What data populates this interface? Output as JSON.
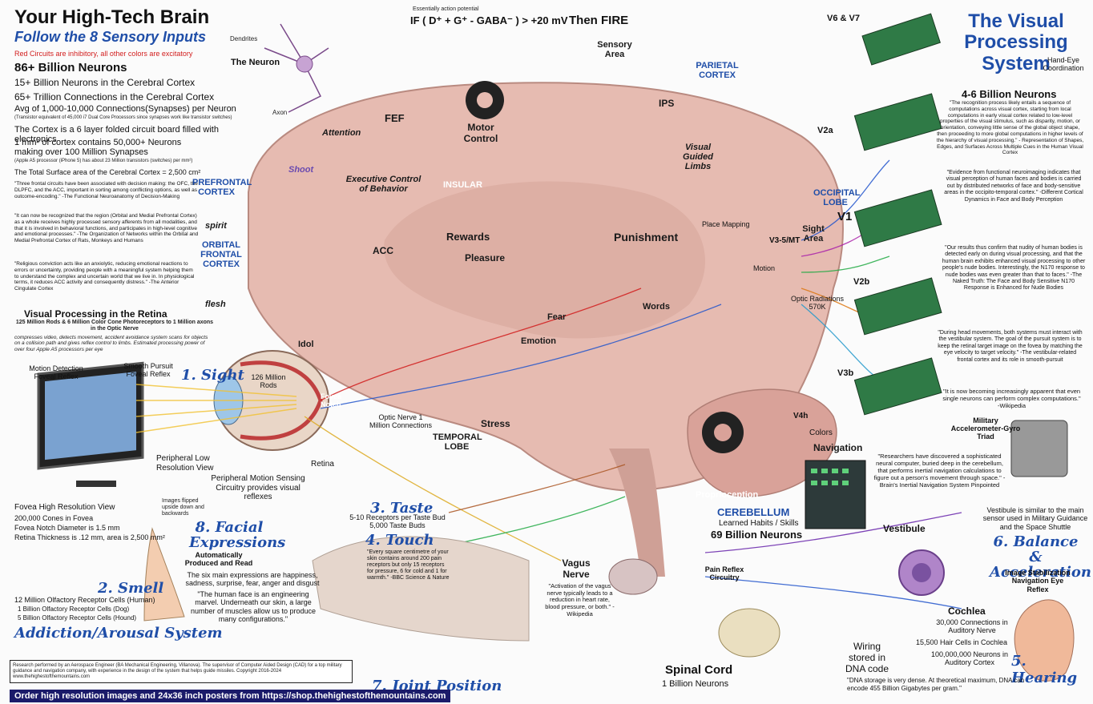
{
  "header": {
    "title": "Your High-Tech Brain",
    "subtitle": "Follow the 8 Sensory Inputs",
    "circuits_note": "Red Circuits are inhibitory, all other colors are excitatory",
    "neurons_headline": "86+ Billion Neurons",
    "stats": [
      "15+ Billion Neurons in the Cerebral Cortex",
      "65+ Trillion Connections in the Cerebral Cortex",
      "Avg of 1,000-10,000 Connections(Synapses) per Neuron"
    ],
    "transistor_note": "(Transistor equivalent of 45,000 i7 Dual Core Processors since synapses work like transistor switches)",
    "cortex_line": "The Cortex is a 6 layer folded circuit board filled with electronics",
    "mm_line": "1 mm² of cortex contains 50,000+ Neurons making over 100 Million Synapses",
    "apple_note": "(Apple A5 processor (iPhone 5) has about 23 Million transistors (switches) per mm²)",
    "surface_area": "The Total Surface area of the Cerebral Cortex = 2,500 cm²"
  },
  "formula": {
    "prefix": "Essentially action potential",
    "equation": "IF ( D⁺ + G⁺ - GABA⁻ ) > +20 mV",
    "then": "Then FIRE"
  },
  "neuron_label": "The Neuron",
  "dendrites_label": "Dendrites",
  "axon_label": "Axon",
  "right_panel": {
    "title_line1": "The Visual",
    "title_line2": "Processing",
    "title_line3": "System",
    "neurons": "4-6 Billion Neurons",
    "quote1": "\"The recognition process likely entails a sequence of computations across visual cortex, starting from local computations in early visual cortex related to low-level properties of the visual stimulus, such as disparity, motion, or orientation, conveying little sense of the global object shape, then proceeding to more global computations in higher levels of the hierarchy of visual processing.\" - Representation of Shapes, Edges, and Surfaces Across Multiple Cues in the Human Visual Cortex",
    "quote2": "\"Evidence from functional neuroimaging indicates that visual perception of human faces and bodies is carried out by distributed networks of face and body-sensitive areas in the occipito-temporal cortex.\" -Different Cortical Dynamics in Face and Body Perception",
    "quote3": "\"Our results thus confirm that nudity of human bodies is detected early on during visual processing, and that the human brain exhibits enhanced visual processing to other people's nude bodies. Interestingly, the N170 response to nude bodies was even greater than that to faces.\" -The Naked Truth: The Face and Body Sensitive N170 Response is Enhanced for Nude Bodies",
    "quote4": "\"During head movements, both systems must interact with the vestibular system. The goal of the pursuit system is to keep the retinal target image on the fovea by matching the eye velocity to target velocity.\" -The vestibular-related frontal cortex and its role in smooth-pursuit",
    "quote5": "\"It is now becoming increasingly apparent that even single neurons can perform complex computations.\" -Wikipedia",
    "v_labels": [
      "V6 & V7",
      "V2a",
      "V1",
      "V2b",
      "V3b",
      "V4h",
      "V3-5/MT"
    ],
    "occipital": "OCCIPITAL LOBE",
    "hand_eye": "Hand-Eye Coordination",
    "colors": "Colors",
    "military": "Military Accelerometer-Gyro Triad"
  },
  "left_quotes": {
    "q1": "\"Three frontal circuits have been associated with decision making: the OFC, the DLPFC, and the ACC, important in sorting among conflicting options, as well as outcome-encoding.\" -The Functional Neuroanatomy of Decision-Making",
    "q2": "\"It can now be recognized that the region (Orbital and Medial Prefrontal Cortex) as a whole receives highly processed sensory afferents from all modalities, and that it is involved in behavioral functions, and participates in high-level cognitive and emotional processes.\" -The Organization of Networks within the Orbital and Medial Prefrontal Cortex of Rats, Monkeys and Humans",
    "q3": "\"Religious conviction acts like an anxiolytic, reducing emotional reactions to errors or uncertainty, providing people with a meaningful system helping them to understand the complex and uncertain world that we live in. In physiological terms, it reduces ACC activity and consequently distress.\" -The Anterior Cingulate Cortex"
  },
  "retina": {
    "title": "Visual Processing in the Retina",
    "sub": "125 Million Rods & 6 Million Color Cone Photoreceptors to 1 Million axons in the Optic Nerve",
    "desc": "compresses video, detects movement, accident avoidance system scans for objects on a collision path and gives reflex control to limbs. Estimated processing power of over four Apple A5 processors per eye",
    "motion": "Motion Detection Foveal Reflex",
    "pursuit": "Smooth Pursuit Foveal Reflex",
    "sight": "1. Sight",
    "rods": "126 Million Rods",
    "fovea": "Fovea Notch",
    "peripheral_low": "Peripheral Low Resolution View",
    "retina_label": "Retina",
    "peripheral_motion": "Peripheral Motion Sensing Circuitry provides visual reflexes",
    "fovea_view": "Fovea High Resolution View",
    "cones": "200,000 Cones in Fovea",
    "notch_diam": "Fovea Notch Diameter is 1.5 mm",
    "thickness": "Retina Thickness is .12 mm, area is 2,500 mm²",
    "flipped": "Images flipped upside down and backwards"
  },
  "senses": {
    "facial": "8. Facial Expressions",
    "facial_sub": "Automatically Produced and Read",
    "facial_desc": "The six main expressions are happiness, sadness, surprise, fear, anger and disgust",
    "facial_quote": "\"The human face is an engineering marvel. Underneath our skin, a large number of muscles allow us to produce many configurations.\"",
    "smell": "2. Smell",
    "smell_stats": [
      "12 Million Olfactory Receptor Cells (Human)",
      "1 Billion Olfactory Receptor Cells (Dog)",
      "5 Billion Olfactory Receptor Cells (Hound)"
    ],
    "addiction": "Addiction/Arousal System",
    "taste": "3. Taste",
    "taste_sub": "5-10 Receptors per Taste Bud\n5,000 Taste Buds",
    "touch": "4. Touch",
    "touch_quote": "\"Every square centimetre of your skin contains around 200 pain receptors but only 15 receptors for pressure, 6 for cold and 1 for warmth.\" -BBC Science & Nature",
    "hearing": "5. Hearing",
    "balance": "6. Balance & Acceleration",
    "joint": "7. Joint Position"
  },
  "brain_labels": {
    "motor": "Motor Control",
    "sensory": "Sensory Area",
    "parietal": "PARIETAL CORTEX",
    "fef": "FEF",
    "attention": "Attention",
    "shoot": "Shoot",
    "prefrontal": "PREFRONTAL CORTEX",
    "orbital": "ORBITAL FRONTAL CORTEX",
    "exec": "Executive Control of Behavior",
    "insular": "INSULAR",
    "rewards": "Rewards",
    "punishment": "Punishment",
    "pleasure": "Pleasure",
    "acc": "ACC",
    "stress": "Stress",
    "temporal": "TEMPORAL LOBE",
    "cerebellum": "CEREBELLUM",
    "cerebellum_sub": "Learned Habits / Skills",
    "cerebellum_neurons": "69 Billion Neurons",
    "vagus": "Vagus Nerve",
    "vagus_quote": "\"Activation of the vagus nerve typically leads to a reduction in heart rate, blood pressure, or both.\" -Wikipedia",
    "spinal": "Spinal Cord",
    "spinal_sub": "1 Billion Neurons",
    "navigation": "Navigation",
    "proprioception": "Proprioception",
    "ips": "IPS",
    "sight_area": "Sight Area",
    "optic_rad": "Optic Radiations 570K",
    "words": "Words",
    "fear": "Fear",
    "emotion": "Emotion",
    "idol": "Idol",
    "spirit": "spirit",
    "flesh": "flesh",
    "optic_nerve": "Optic Nerve 1 Million Connections",
    "visual_guided": "Visual Guided Limbs",
    "place_mapping": "Place Mapping",
    "motion": "Motion"
  },
  "nav_quote": "\"Researchers have discovered a sophisticated neural computer, buried deep in the cerebellum, that performs inertial navigation calculations to figure out a person's movement through space.\" -Brain's Inertial Navigation System Pinpointed",
  "vestibule": {
    "title": "Vestibule",
    "desc": "Vestibule is similar to the main sensor used in Military Guidance and the Space Shuttle",
    "stabilization": "Image Stabilization Navigation Eye Reflex"
  },
  "cochlea": {
    "title": "Cochlea",
    "stats": [
      "30,000 Connections in Auditory Nerve",
      "15,500 Hair Cells in Cochlea",
      "100,000,000 Neurons in Auditory Cortex"
    ]
  },
  "dna": {
    "wiring": "Wiring stored in DNA code",
    "quote": "\"DNA storage is very dense. At theoretical maximum, DNA can encode 455 Billion Gigabytes per gram.\""
  },
  "pain_reflex": "Pain Reflex Circuitry",
  "footer": "Order high resolution images and 24x36 inch posters from https://shop.thehighestofthemountains.com",
  "research_note": "Research performed by an Aerospace Engineer (BA Mechanical Engineering, Villanova). The supervisor of Computer Aided Design (CAD) for a top military guidance and navigation company, with experience in the design of the system that helps guide missiles. Copyright 2016-2024 www.thehighestofthemountains.com",
  "colors": {
    "brand_blue": "#1f4ea8",
    "red": "#d21d1d",
    "brain": "#e8bfb4",
    "footer_bg": "#1b1b6a"
  }
}
